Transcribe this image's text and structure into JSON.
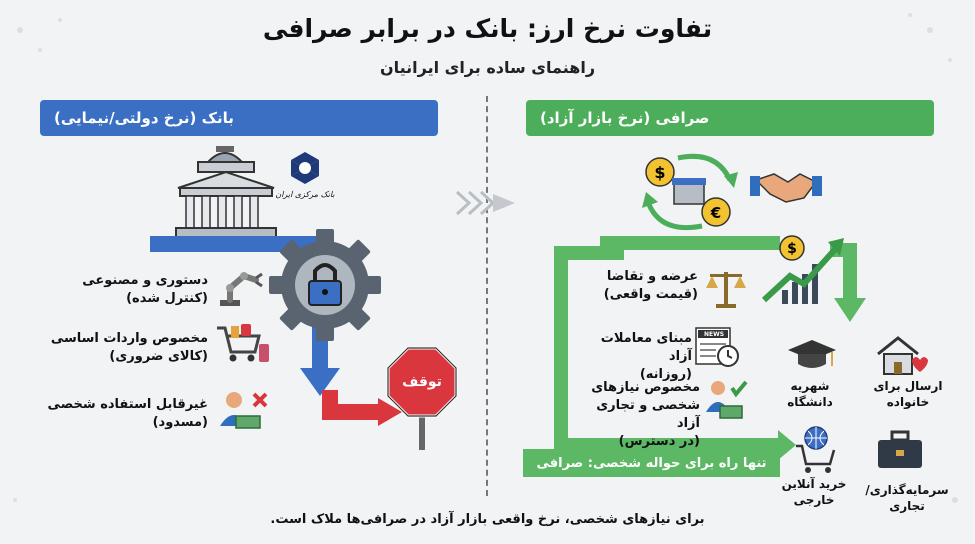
{
  "title": "تفاوت نرخ ارز: بانک در برابر صرافی",
  "subtitle": "راهنمای ساده برای ایرانیان",
  "bank": {
    "header": "بانک (نرخ دولتی/نیمایی)",
    "logo_text": "بانک مرکزی ایران",
    "stop_text": "توقف",
    "items": [
      {
        "line1": "دستوری و مصنوعی",
        "line2": "(کنترل شده)",
        "icon": "robot-arm-icon"
      },
      {
        "line1": "مخصوص واردات اساسی",
        "line2": "(کالای ضروری)",
        "icon": "shopping-cart-icon"
      },
      {
        "line1": "غیرقابل استفاده شخصی",
        "line2": "(مسدود)",
        "icon": "person-blocked-icon"
      }
    ]
  },
  "sarafi": {
    "header": "صرافی (نرخ بازار آزاد)",
    "items": [
      {
        "line1": "عرضه و تقاضا",
        "line2": "(قیمت واقعی)",
        "icon": "scales-icon"
      },
      {
        "line1": "مبنای معاملات آزاد",
        "line2": "(روزانه)",
        "icon": "newspaper-clock-icon"
      },
      {
        "line1": "مخصوص نیازهای",
        "line2": "شخصی و تجاری آزاد",
        "line3": "(در دسترس)",
        "icon": "person-approved-icon"
      }
    ],
    "news_label": "NEWS",
    "banner": "تنها راه برای حواله شخصی: صرافی",
    "uses": [
      {
        "label1": "شهریه",
        "label2": "دانشگاه",
        "icon": "graduation-cap-icon"
      },
      {
        "label1": "ارسال برای",
        "label2": "خانواده",
        "icon": "house-heart-icon"
      },
      {
        "label1": "خرید آنلاین",
        "label2": "خارجی",
        "icon": "globe-cart-icon"
      },
      {
        "label1": "سرمایه‌گذاری/تجاری",
        "label2": "",
        "icon": "briefcase-icon"
      }
    ]
  },
  "footer": "برای نیازهای شخصی، نرخ واقعی بازار آزاد در صرافی‌ها ملاک است.",
  "colors": {
    "bank": "#3b6fc4",
    "sarafi": "#4cae5a",
    "stop": "#d9363e",
    "gear": "#5a6470"
  }
}
